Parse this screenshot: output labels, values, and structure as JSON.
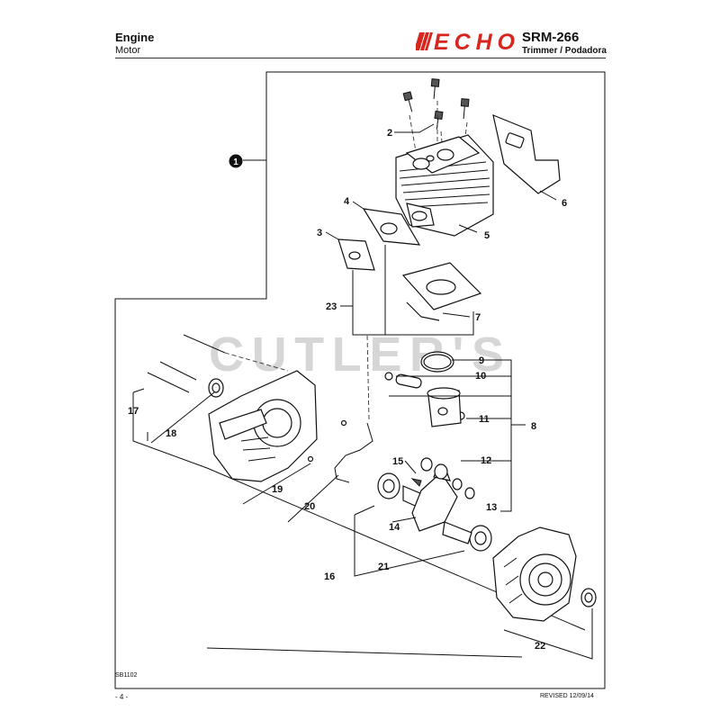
{
  "header": {
    "section_title": "Engine",
    "section_subtitle": "Motor",
    "brand_logo": "ECHO",
    "model": "SRM-266",
    "model_subtitle": "Trimmer / Podadora"
  },
  "watermark": "CUTLER'S",
  "callout": {
    "number": "1"
  },
  "part_labels": {
    "p2": "2",
    "p3": "3",
    "p4": "4",
    "p5": "5",
    "p6": "6",
    "p7": "7",
    "p8": "8",
    "p9": "9",
    "p10": "10",
    "p11": "11",
    "p12": "12",
    "p13": "13",
    "p14": "14",
    "p15": "15",
    "p16": "16",
    "p17": "17",
    "p18": "18",
    "p19": "19",
    "p20": "20",
    "p21": "21",
    "p22": "22",
    "p23": "23"
  },
  "footer": {
    "code": "SB1102",
    "page": "- 4 -",
    "revised": "REVISED 12/09/14"
  },
  "colors": {
    "logo_red": "#d7261e",
    "ink": "#111111",
    "watermark": "#d6d6d6"
  }
}
